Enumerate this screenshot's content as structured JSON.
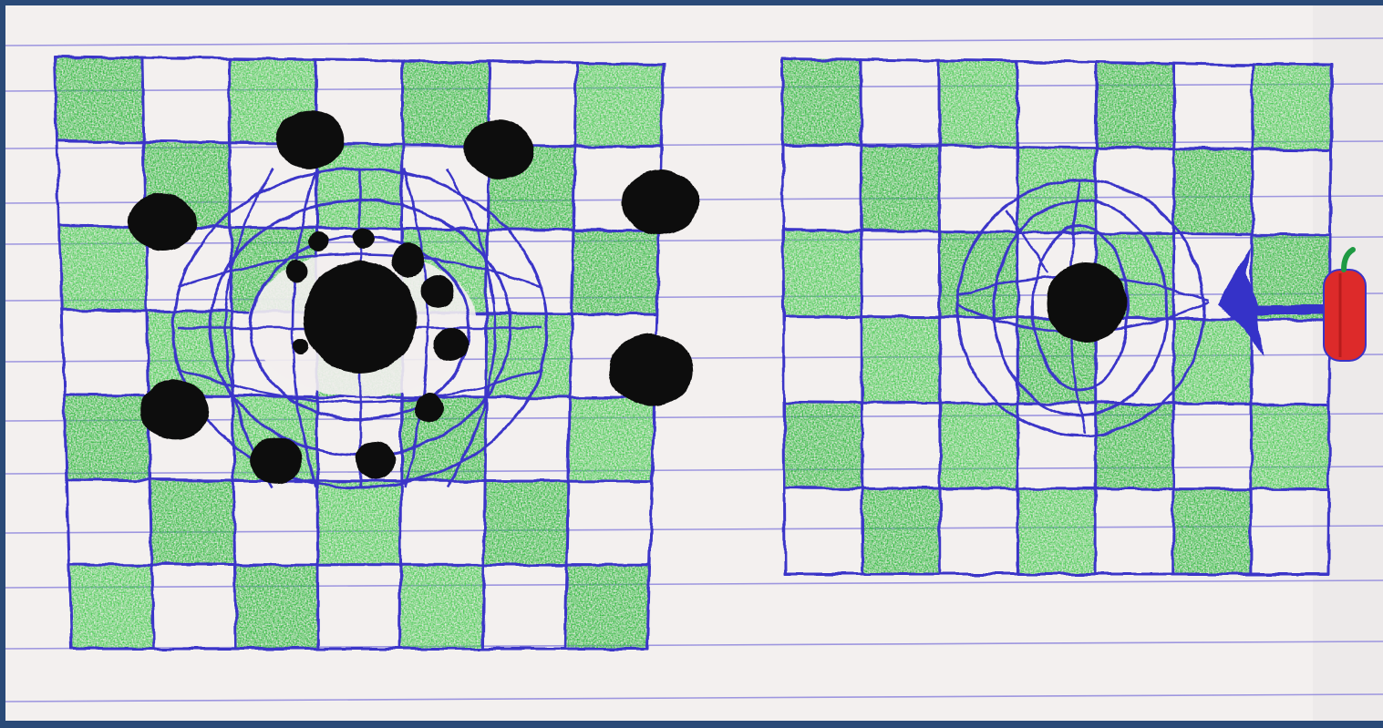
{
  "frame": {
    "border_color": "#2a4a78",
    "paper_color": "#f3f0ef",
    "ruled_line_color": "#8f87dd"
  },
  "palette": {
    "grid_ink": "#3a34c8",
    "green_fill": "#45c94e",
    "dark_green_fill": "#2fb83c",
    "mass_ink": "#0e0e0e",
    "arrow_ink": "#3433c8",
    "object_red": "#dd2a2a",
    "object_stem": "#1f9a43"
  },
  "left_panel": {
    "label": "",
    "grid": {
      "type": "checkerboard-spacetime",
      "columns": 7,
      "rows": 7,
      "distortion": "heavy"
    },
    "central_mass": {
      "shape": "dot",
      "size": "large",
      "icon": "black-hole"
    },
    "orbiting_small_masses": 9,
    "outer_masses": 7
  },
  "right_panel": {
    "label": "",
    "grid": {
      "type": "checkerboard-spacetime",
      "columns": 7,
      "rows": 6,
      "distortion": "light"
    },
    "central_mass": {
      "shape": "dot",
      "size": "medium"
    },
    "arrow": {
      "direction": "left",
      "icon": "arrow-left"
    },
    "incoming_object": {
      "icon": "red-capsule",
      "color_name": "red"
    }
  }
}
